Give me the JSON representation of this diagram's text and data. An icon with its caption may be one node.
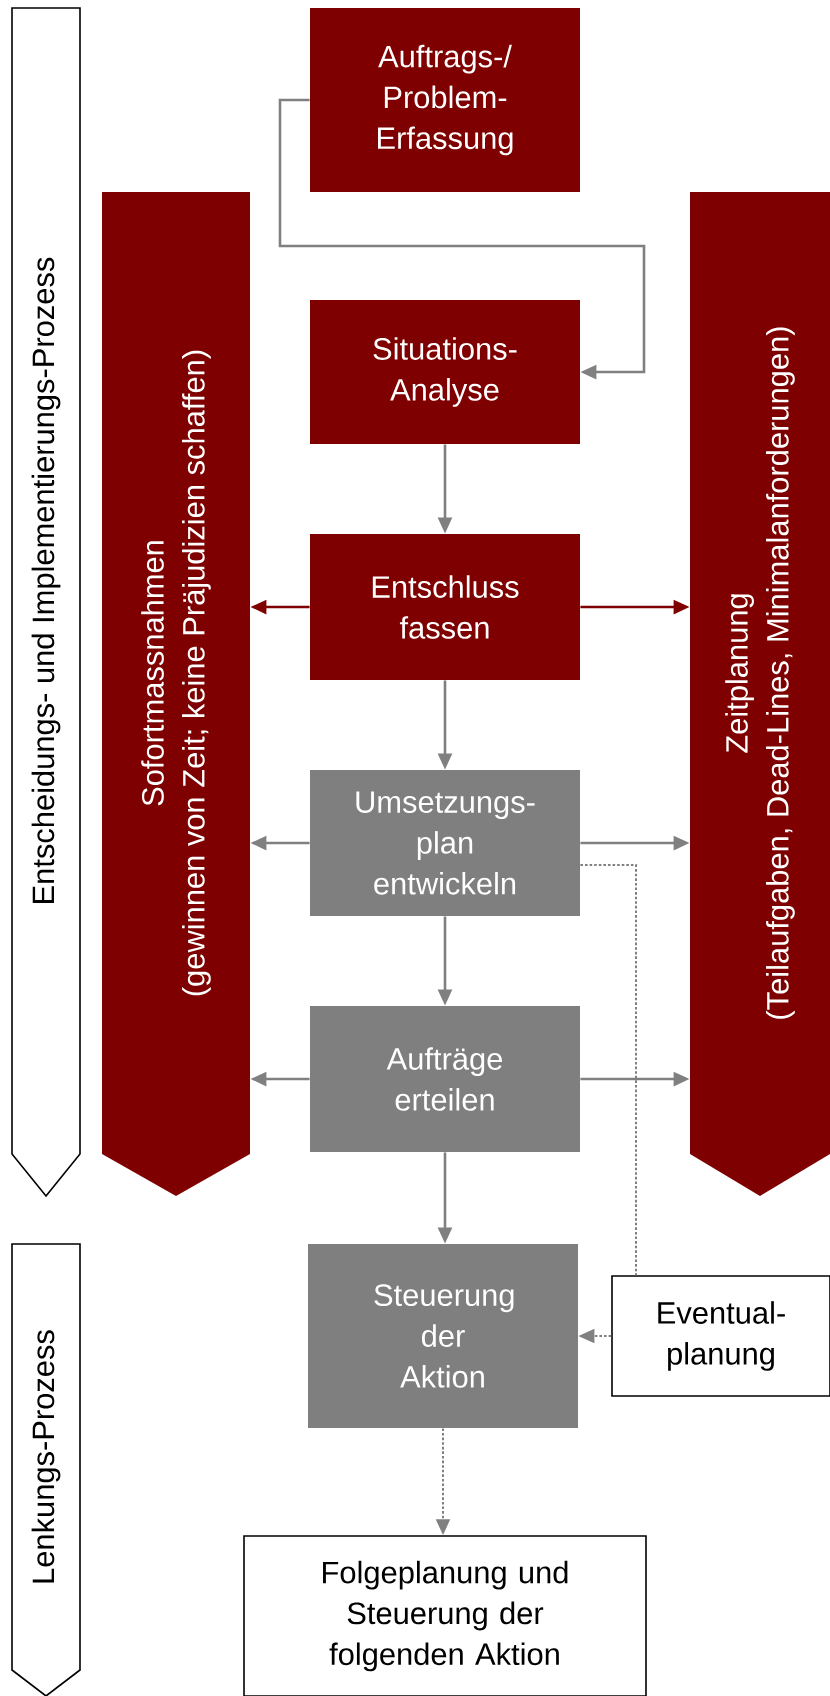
{
  "diagram": {
    "nodes": [
      {
        "text": [
          "Entscheidungs- und Implementierungs-Prozess"
        ]
      },
      {
        "text": [
          "Lenkungs-Prozess"
        ]
      },
      {
        "text": [
          "Auftrags-/ Problem- Erfassung"
        ]
      },
      {
        "text": [
          "Sofortmassnahmen",
          "(gewinnen von Zeit; keine Präjudizien schaffen)"
        ]
      },
      {
        "text": [
          "Situations- Analyse"
        ]
      },
      {
        "text": [
          "Zeitplanung",
          "(Teilaufgaben, Dead-Lines, Minimalanforderungen)"
        ]
      },
      {
        "text": [
          "Entschluss fassen"
        ]
      },
      {
        "text": [
          "Umsetzungs- plan entwickeln"
        ]
      },
      {
        "text": [
          "Aufträge erteilen"
        ]
      },
      {
        "text": [
          "Steuerung der Aktion"
        ]
      },
      {
        "text": [
          "Eventual- planung"
        ]
      },
      {
        "text": [
          "Folgeplanung und Steuerung der folgenden Aktion"
        ]
      }
    ],
    "edges": [
      {
        "from": 2,
        "to": 4,
        "arrow": "to"
      },
      {
        "from": 4,
        "to": 6,
        "arrow": "to"
      },
      {
        "from": 6,
        "to": 3,
        "arrow": "to",
        "color": "#7f0000"
      },
      {
        "from": 6,
        "to": 5,
        "arrow": "to",
        "color": "#7f0000"
      },
      {
        "from": 6,
        "to": 7,
        "arrow": "to"
      },
      {
        "from": 7,
        "to": 3,
        "arrow": "to"
      },
      {
        "from": 7,
        "to": 5,
        "arrow": "to"
      },
      {
        "from": 7,
        "to": 8,
        "arrow": "to"
      },
      {
        "from": 8,
        "to": 3,
        "arrow": "to"
      },
      {
        "from": 8,
        "to": 5,
        "arrow": "to"
      },
      {
        "from": 8,
        "to": 9,
        "arrow": "to"
      },
      {
        "from": 7,
        "to": 10,
        "arrow": "none",
        "style": "dashed"
      },
      {
        "from": 10,
        "to": 9,
        "arrow": "to",
        "style": "dashed"
      },
      {
        "from": 9,
        "to": 11,
        "arrow": "to",
        "style": "dashed"
      }
    ]
  }
}
